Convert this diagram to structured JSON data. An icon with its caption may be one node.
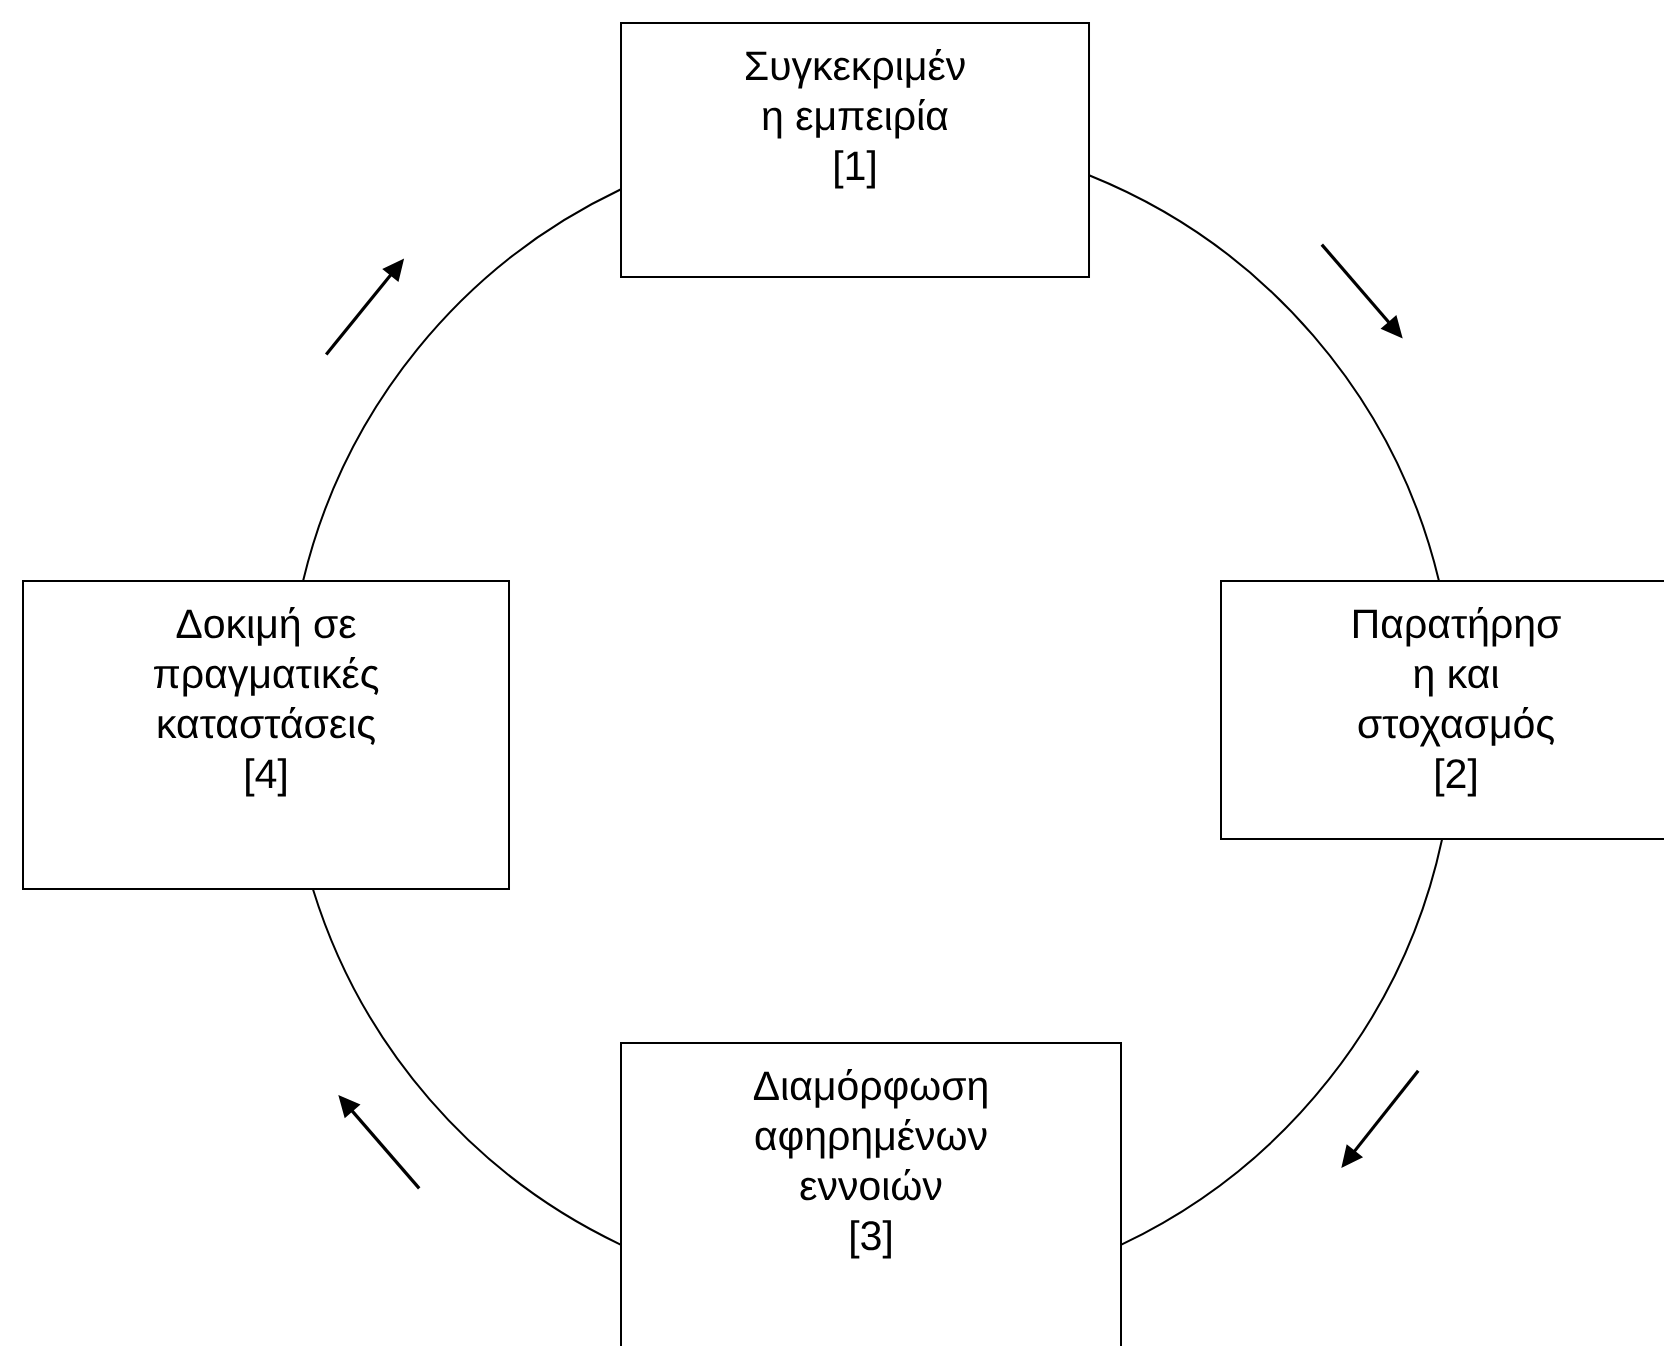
{
  "diagram": {
    "nodes": [
      {
        "text": [
          "Συγκεκριμέν η εμπειρία",
          "[1]"
        ]
      },
      {
        "text": [
          "Παρατήρησ η και στοχασμός",
          "[2]"
        ]
      },
      {
        "text": [
          "Διαμόρφωση αφηρημένων εννοιών",
          "[3]"
        ]
      },
      {
        "text": [
          "Δοκιμή σε πραγματικές καταστάσεις",
          "[4]"
        ]
      }
    ],
    "edges": [
      {
        "from": 0,
        "to": 1,
        "arrow": "none"
      },
      {
        "from": 1,
        "to": 2,
        "arrow": "none"
      },
      {
        "from": 2,
        "to": 3,
        "arrow": "none"
      },
      {
        "from": 3,
        "to": 0,
        "arrow": "none"
      }
    ]
  }
}
